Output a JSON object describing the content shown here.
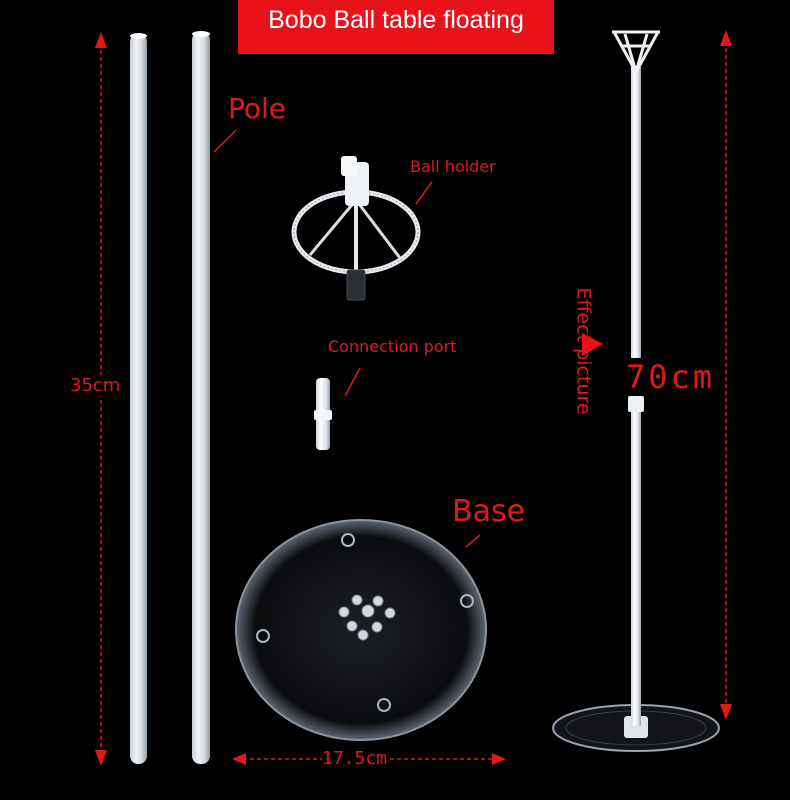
{
  "title": "Bobo Ball table floating",
  "labels": {
    "pole": "Pole",
    "ball_holder": "Ball holder",
    "connection_port": "Connection port",
    "base": "Base",
    "effect_picture": "Effect picture"
  },
  "dimensions": {
    "pole_length": "35cm",
    "base_diameter": "17.5cm",
    "total_height": "70cm"
  },
  "colors": {
    "banner": "#e8121b",
    "annotation": "#e01a1a",
    "background": "#000000"
  }
}
